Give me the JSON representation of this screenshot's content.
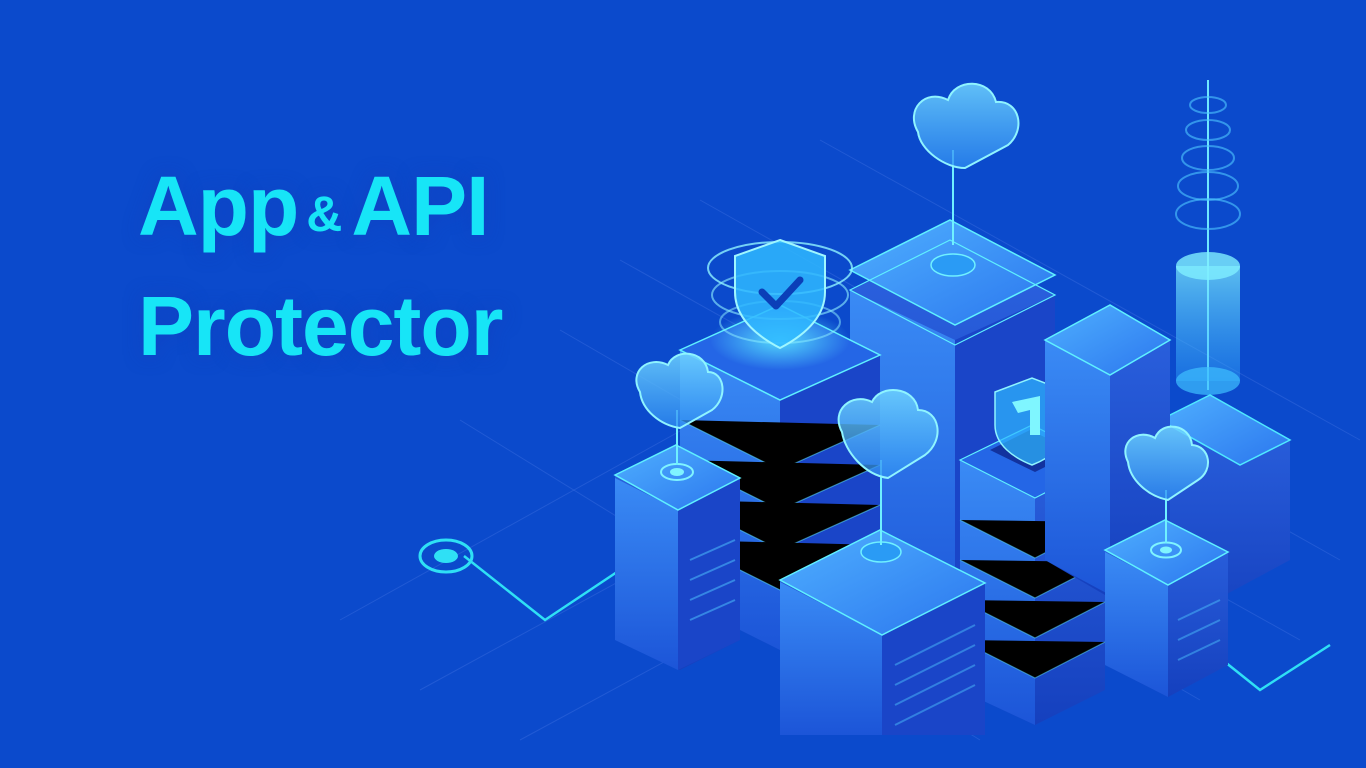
{
  "headline": {
    "word1": "App",
    "ampersand": "&",
    "word2": "API",
    "word3": "Protector"
  },
  "colors": {
    "background": "#0B4ACC",
    "headline": "#17E5F7",
    "accent_glow": "#3FD8FF",
    "server_dark": "#1A3FC0",
    "server_light": "#2F7DF0"
  },
  "icons": [
    "shield-check-icon",
    "cloud-icon",
    "server-icon",
    "antenna-icon",
    "network-node-icon",
    "logo-badge-icon"
  ]
}
